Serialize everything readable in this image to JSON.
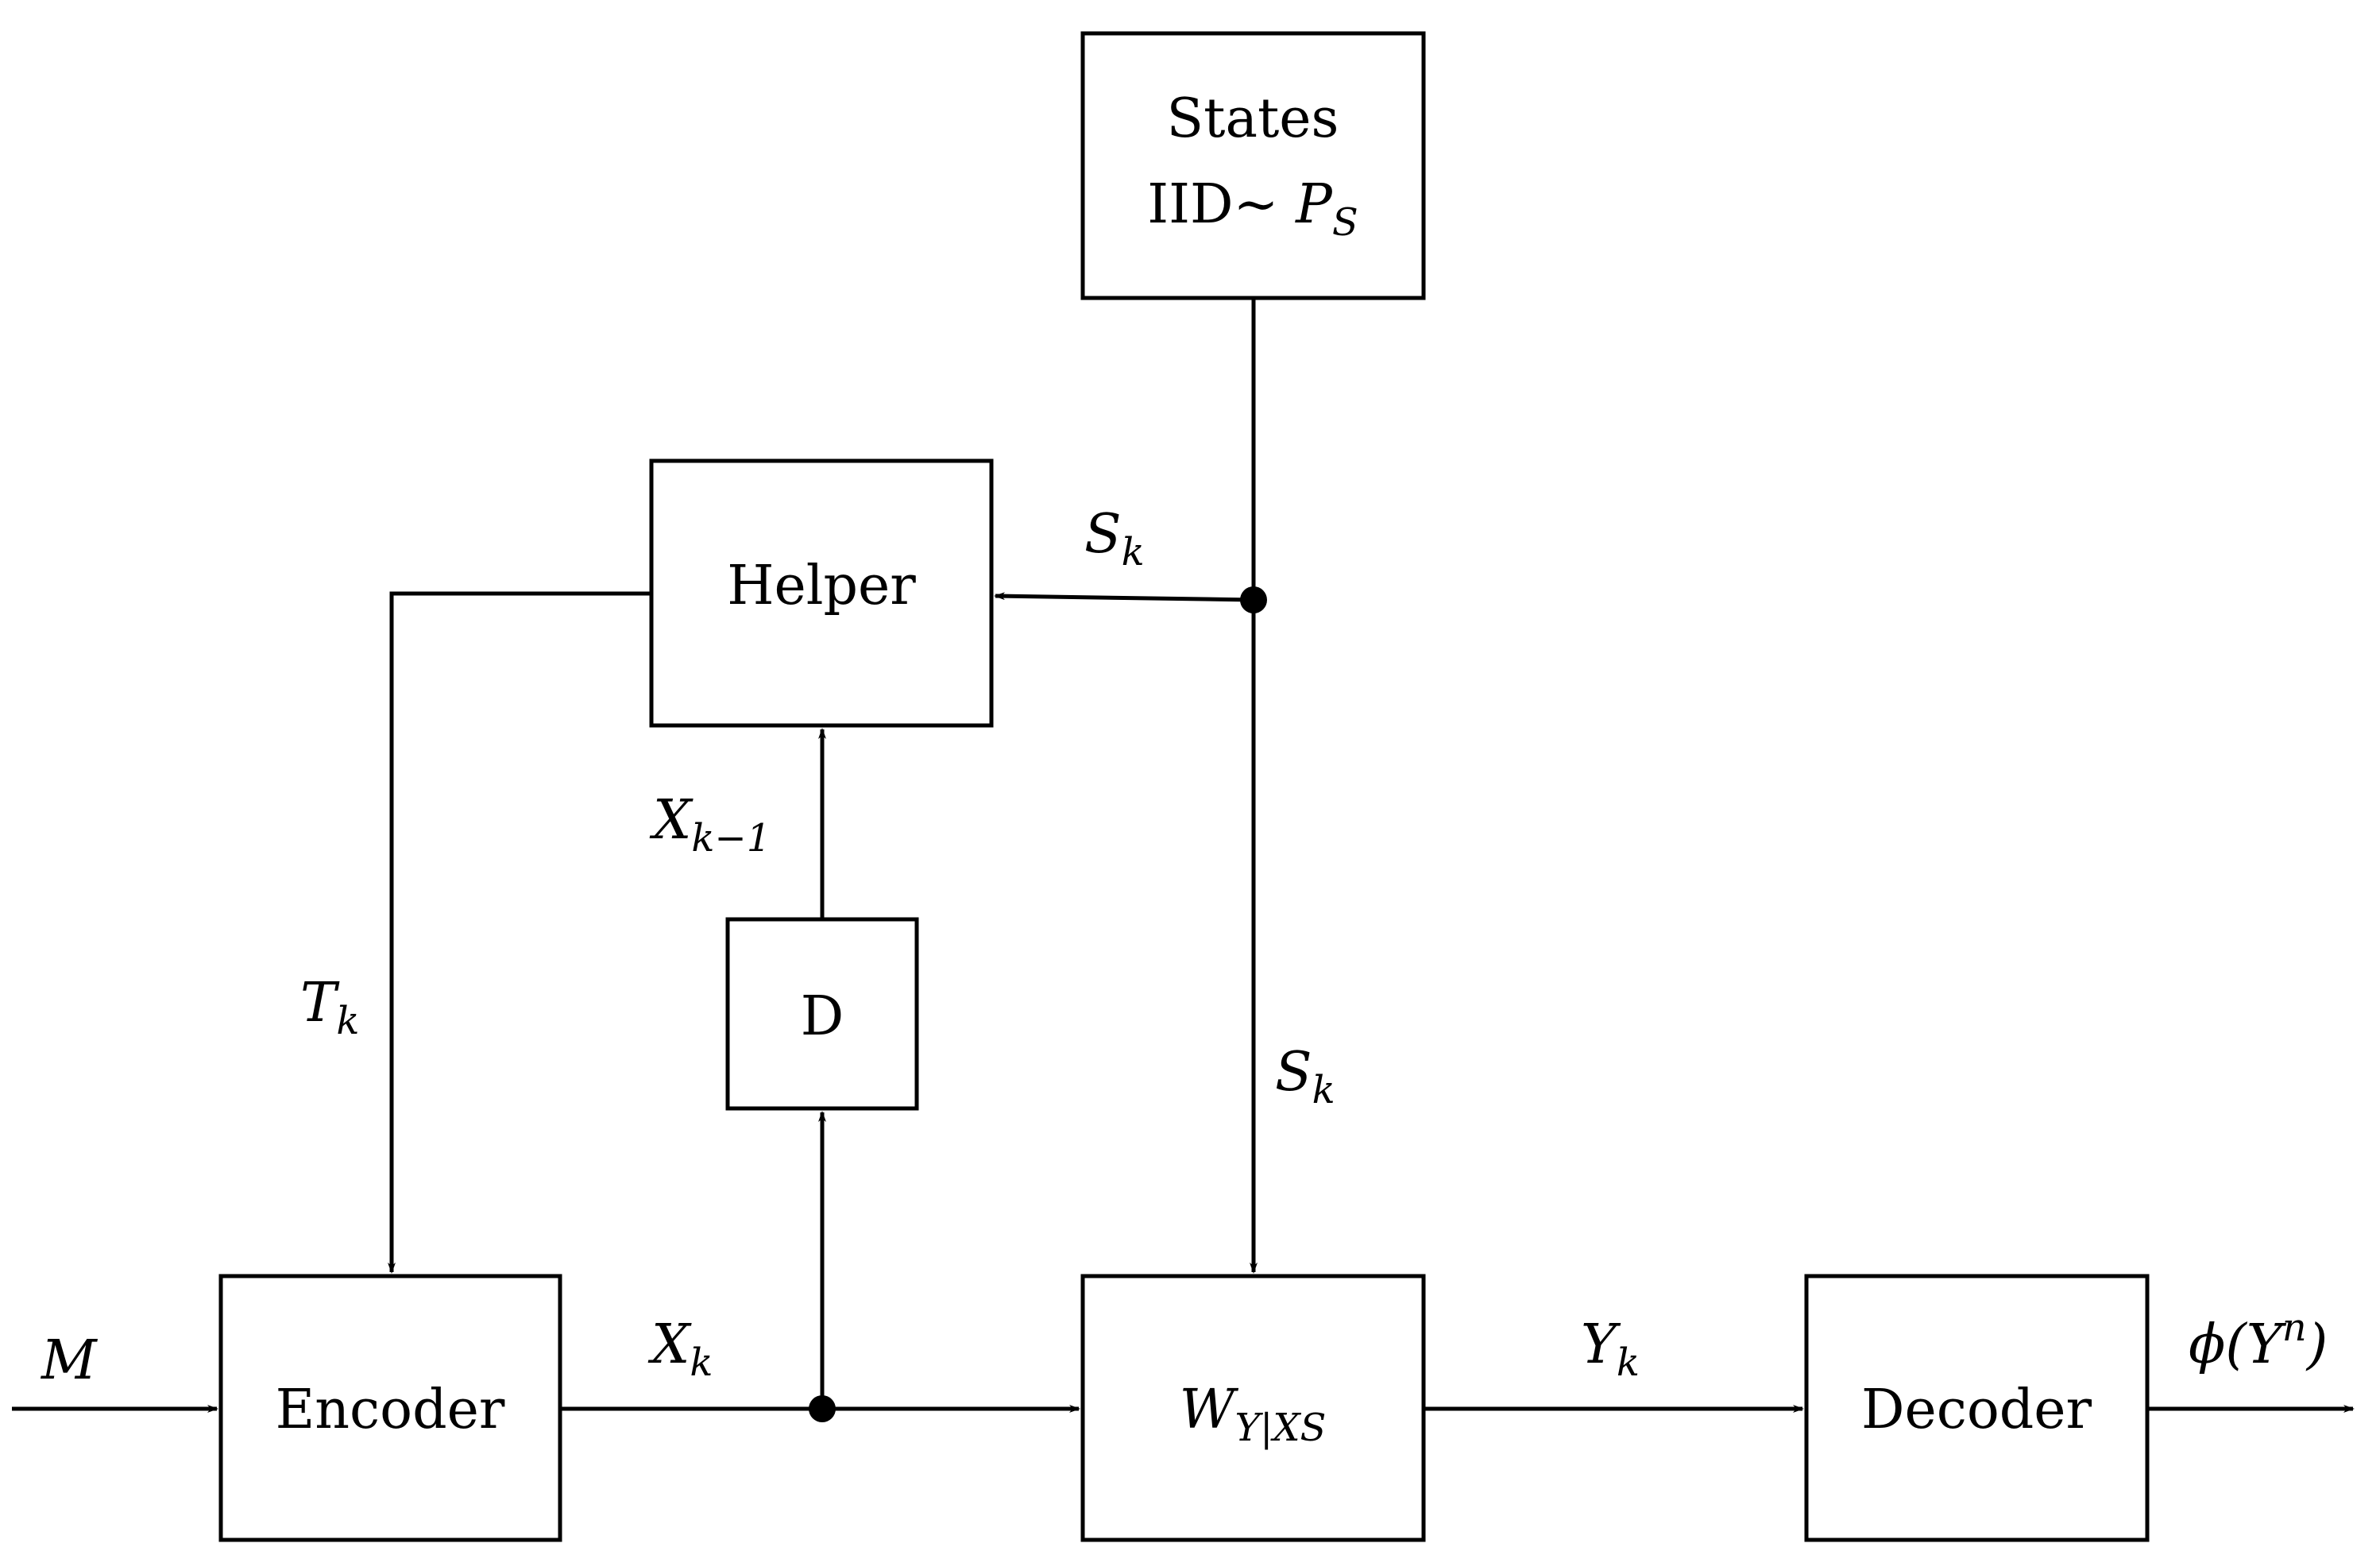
{
  "blocks": {
    "states": {
      "line1": "States",
      "line2_prefix": "IID∼ ",
      "line2_var": "P",
      "line2_sub": "S"
    },
    "helper": {
      "label": "Helper"
    },
    "delay": {
      "label": "D"
    },
    "encoder": {
      "label": "Encoder"
    },
    "channel": {
      "var": "W",
      "sub": "Y|XS"
    },
    "decoder": {
      "label": "Decoder"
    }
  },
  "signals": {
    "s_k_top": {
      "var": "S",
      "sub": "k"
    },
    "s_k_down": {
      "var": "S",
      "sub": "k"
    },
    "x_k_minus_1": {
      "var": "X",
      "sub": "k−1"
    },
    "t_k": {
      "var": "T",
      "sub": "k"
    },
    "m": {
      "var": "M"
    },
    "x_k": {
      "var": "X",
      "sub": "k"
    },
    "y_k": {
      "var": "Y",
      "sub": "k"
    },
    "output": {
      "prefix": "ϕ(",
      "var": "Y",
      "sup": "n",
      "suffix": ")"
    }
  }
}
